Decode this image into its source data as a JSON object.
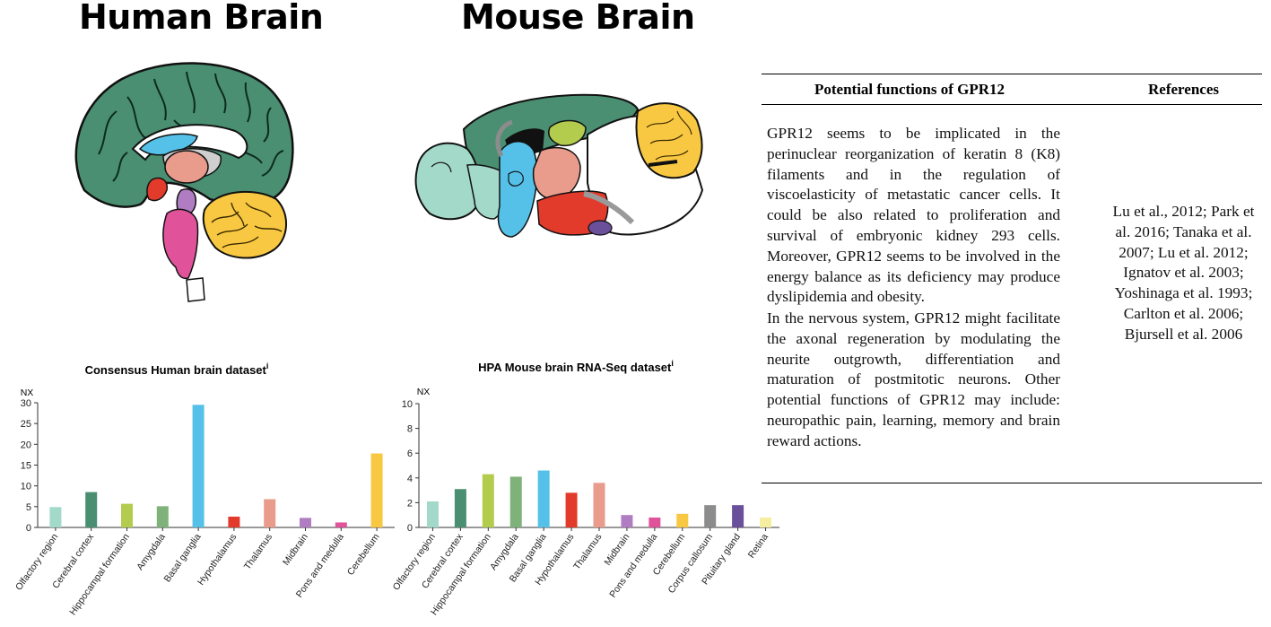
{
  "panel_titles": {
    "human": "Human Brain",
    "mouse": "Mouse Brain"
  },
  "functions_table": {
    "col_function": "Potential functions of GPR12",
    "col_references": "References",
    "function_para_1": "GPR12 seems to be implicated in the perinuclear reorganization of keratin 8 (K8) filaments and in the regulation of viscoelasticity of metastatic cancer cells. It could be also related to proliferation and survival of embryonic kidney 293 cells. Moreover, GPR12 seems to be involved in the energy balance as its deficiency may produce dyslipidemia and obesity.",
    "function_para_2": "In the nervous system, GPR12 might facilitate the axonal regeneration by modulating the neurite outgrowth, differentiation and maturation of postmitotic neurons.  Other potential functions of GPR12 may include: neuropathic pain, learning, memory and brain reward actions.",
    "references": "Lu et al., 2012; Park et al. 2016; Tanaka et al. 2007; Lu et al. 2012; Ignatov et al. 2003; Yoshinaga et al. 1993; Carlton et al. 2006; Bjursell et al. 2006"
  },
  "chart_data": [
    {
      "type": "bar",
      "title": "Consensus Human brain dataset",
      "title_superscript": "i",
      "ylabel": "NX",
      "ylim": [
        0,
        30
      ],
      "yticks": [
        "0",
        "5",
        "10",
        "15",
        "20",
        "25",
        "30"
      ],
      "grid": false,
      "categories": [
        "Olfactory region",
        "Cerebral cortex",
        "Hippocampal formation",
        "Amygdala",
        "Basal ganglia",
        "Hypothalamus",
        "Thalamus",
        "Midbrain",
        "Pons and medulla",
        "Cerebellum"
      ],
      "values": [
        4.9,
        8.5,
        5.7,
        5.1,
        29.5,
        2.6,
        6.8,
        2.3,
        1.2,
        17.8
      ],
      "colors": [
        "#a3d9c8",
        "#4a8f72",
        "#b3cc4e",
        "#7fb27a",
        "#56c1e8",
        "#e23b2b",
        "#e99b8c",
        "#b07cc2",
        "#e0539b",
        "#f9c842"
      ]
    },
    {
      "type": "bar",
      "title": "HPA Mouse brain RNA-Seq dataset",
      "title_superscript": "i",
      "ylabel": "NX",
      "ylim": [
        0,
        10
      ],
      "yticks": [
        "0",
        "2",
        "4",
        "6",
        "8",
        "10"
      ],
      "grid": false,
      "categories": [
        "Olfactory region",
        "Cerebral cortex",
        "Hippocampal formation",
        "Amygdala",
        "Basal ganglia",
        "Hypothalamus",
        "Thalamus",
        "Midbrain",
        "Pons and medulla",
        "Cerebellum",
        "Corpus callosum",
        "Pituitary gland",
        "Retina"
      ],
      "values": [
        2.1,
        3.1,
        4.3,
        4.1,
        4.6,
        2.8,
        3.6,
        1.0,
        0.8,
        1.1,
        1.8,
        1.8,
        0.8
      ],
      "colors": [
        "#a3d9c8",
        "#4a8f72",
        "#b3cc4e",
        "#7fb27a",
        "#56c1e8",
        "#e23b2b",
        "#e99b8c",
        "#b07cc2",
        "#e0539b",
        "#f9c842",
        "#8c8c8c",
        "#6a4f9a",
        "#f5eda0"
      ]
    }
  ],
  "colors": {
    "cortex": "#4a8f72",
    "olfactory": "#a3d9c8",
    "basal_ganglia": "#56c1e8",
    "thalamus": "#e99b8c",
    "hypothalamus": "#e23b2b",
    "midbrain": "#b07cc2",
    "pons": "#e0539b",
    "cerebellum": "#f9c842",
    "hippocampus": "#b3cc4e",
    "pituitary": "#6a4f9a"
  }
}
